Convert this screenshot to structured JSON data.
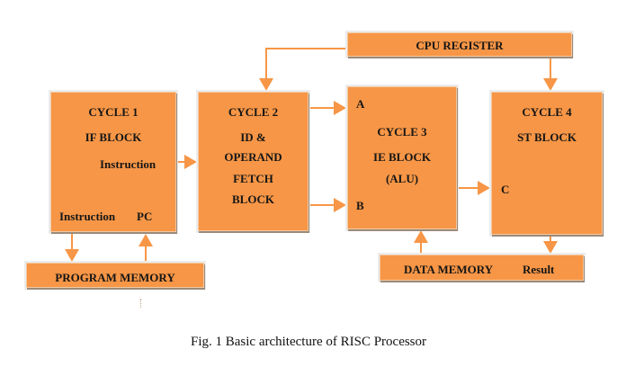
{
  "diagram": {
    "accent_color": "#f79646",
    "cpu_register": {
      "label": "CPU REGISTER"
    },
    "cycle1": {
      "title": "CYCLE 1",
      "name": "IF BLOCK",
      "out_label": "Instruction",
      "bottom_left": "Instruction",
      "bottom_right": "PC"
    },
    "cycle2": {
      "title": "CYCLE 2",
      "lines": [
        "ID &",
        "OPERAND",
        "FETCH",
        "BLOCK"
      ]
    },
    "cycle3": {
      "title": "CYCLE 3",
      "name": "IE BLOCK",
      "sub": "(ALU)",
      "input_a": "A",
      "input_b": "B"
    },
    "cycle4": {
      "title": "CYCLE 4",
      "name": "ST BLOCK",
      "input_c": "C"
    },
    "program_memory": {
      "label": "PROGRAM MEMORY"
    },
    "data_memory": {
      "label": "DATA MEMORY",
      "result": "Result"
    }
  },
  "caption": "Fig. 1 Basic architecture of RISC Processor"
}
